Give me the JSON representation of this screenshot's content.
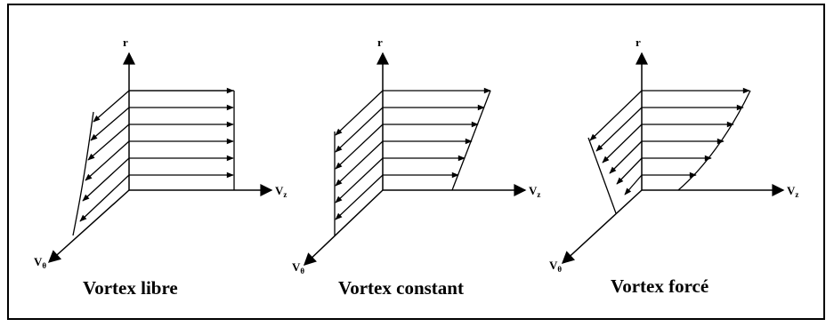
{
  "labels": {
    "r_axis": "r",
    "z_axis_main": "V",
    "z_axis_sub": "z",
    "theta_axis_main": "V",
    "theta_axis_sub": "θ"
  },
  "panels": [
    {
      "title": "Vortex libre"
    },
    {
      "title": "Vortex constant"
    },
    {
      "title": "Vortex forcé"
    }
  ]
}
